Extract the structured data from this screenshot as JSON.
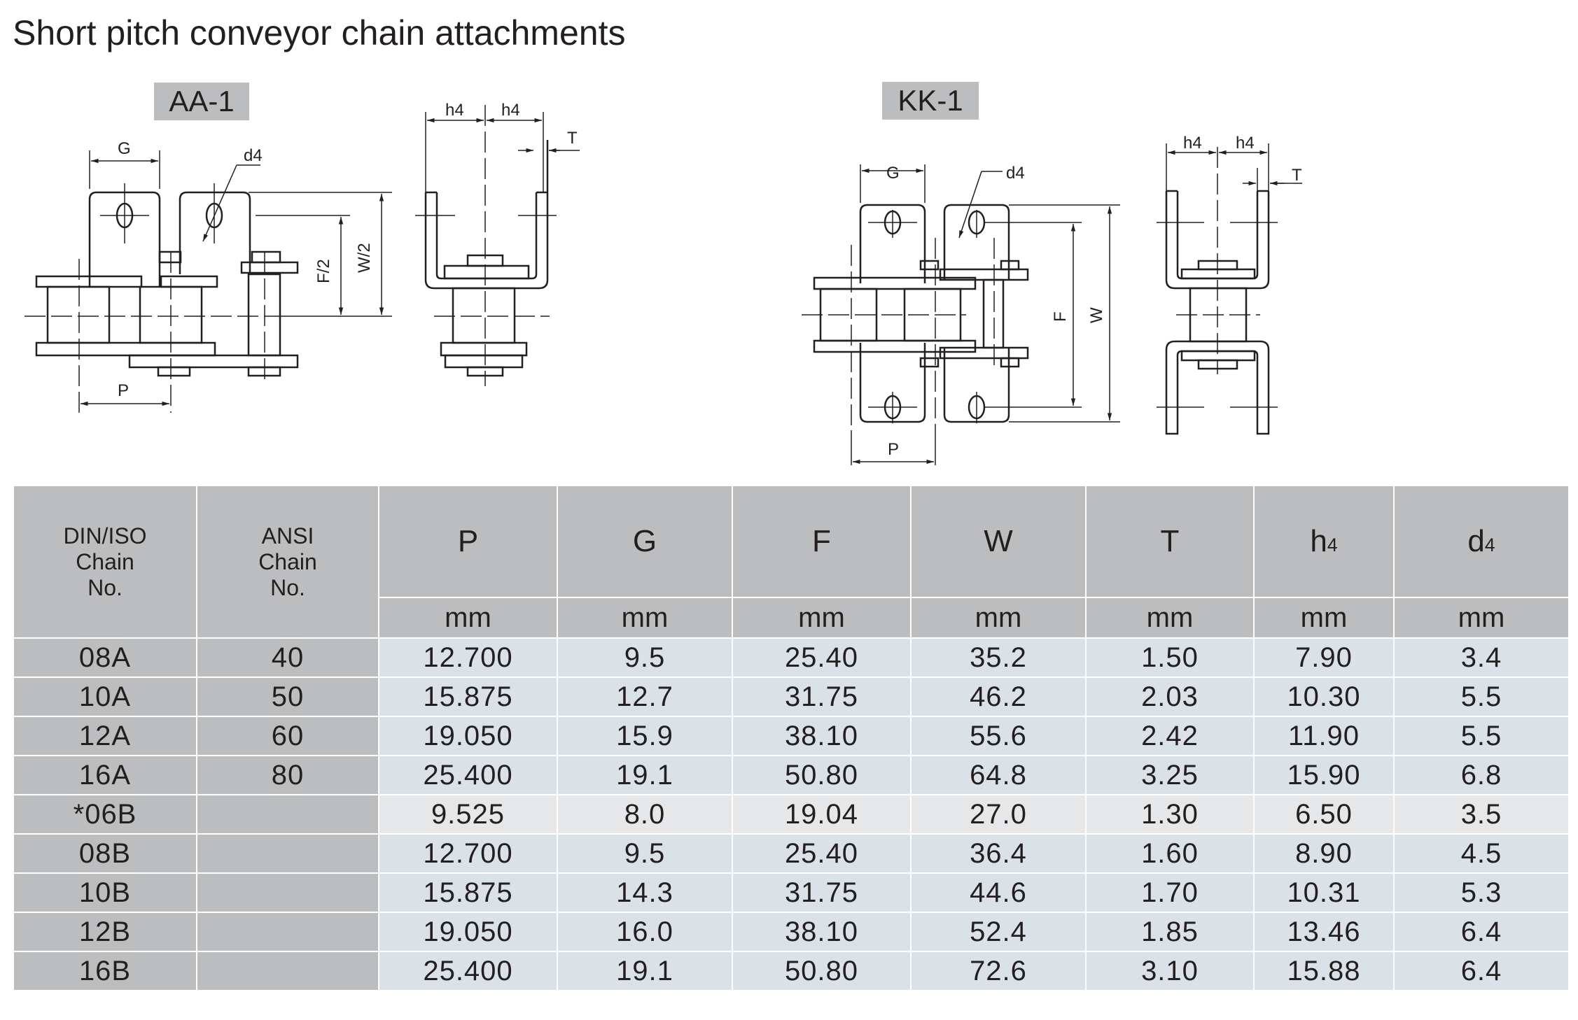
{
  "page": {
    "title": "Short pitch conveyor chain attachments"
  },
  "diagrams": [
    {
      "badge": "AA-1",
      "labels": {
        "G": "G",
        "d4": "d4",
        "P": "P",
        "F": "F/2",
        "W": "W/2",
        "h4_left": "h4",
        "h4_right": "h4",
        "T": "T"
      }
    },
    {
      "badge": "KK-1",
      "labels": {
        "G": "G",
        "d4": "d4",
        "P": "P",
        "F": "F",
        "W": "W",
        "h4_left": "h4",
        "h4_right": "h4",
        "T": "T"
      }
    }
  ],
  "table": {
    "headers": {
      "din_iso": [
        "DIN/ISO",
        "Chain",
        "No."
      ],
      "ansi": [
        "ANSI",
        "Chain",
        "No."
      ],
      "columns": [
        {
          "symbol": "P",
          "unit": "mm"
        },
        {
          "symbol": "G",
          "unit": "mm"
        },
        {
          "symbol": "F",
          "unit": "mm"
        },
        {
          "symbol": "W",
          "unit": "mm"
        },
        {
          "symbol": "T",
          "unit": "mm"
        },
        {
          "symbol": "h",
          "sub": "4",
          "unit": "mm"
        },
        {
          "symbol": "d",
          "sub": "4",
          "unit": "mm"
        }
      ]
    },
    "rows": [
      {
        "din": "08A",
        "ansi": "40",
        "values": [
          "12.700",
          "9.5",
          "25.40",
          "35.2",
          "1.50",
          "7.90",
          "3.4"
        ]
      },
      {
        "din": "10A",
        "ansi": "50",
        "values": [
          "15.875",
          "12.7",
          "31.75",
          "46.2",
          "2.03",
          "10.30",
          "5.5"
        ]
      },
      {
        "din": "12A",
        "ansi": "60",
        "values": [
          "19.050",
          "15.9",
          "38.10",
          "55.6",
          "2.42",
          "11.90",
          "5.5"
        ]
      },
      {
        "din": "16A",
        "ansi": "80",
        "values": [
          "25.400",
          "19.1",
          "50.80",
          "64.8",
          "3.25",
          "15.90",
          "6.8"
        ]
      },
      {
        "din": "*06B",
        "ansi": "",
        "values": [
          "9.525",
          "8.0",
          "19.04",
          "27.0",
          "1.30",
          "6.50",
          "3.5"
        ],
        "highlight": true
      },
      {
        "din": "08B",
        "ansi": "",
        "values": [
          "12.700",
          "9.5",
          "25.40",
          "36.4",
          "1.60",
          "8.90",
          "4.5"
        ]
      },
      {
        "din": "10B",
        "ansi": "",
        "values": [
          "15.875",
          "14.3",
          "31.75",
          "44.6",
          "1.70",
          "10.31",
          "5.3"
        ]
      },
      {
        "din": "12B",
        "ansi": "",
        "values": [
          "19.050",
          "16.0",
          "38.10",
          "52.4",
          "1.85",
          "13.46",
          "6.4"
        ]
      },
      {
        "din": "16B",
        "ansi": "",
        "values": [
          "25.400",
          "19.1",
          "50.80",
          "72.6",
          "3.10",
          "15.88",
          "6.4"
        ]
      }
    ]
  }
}
